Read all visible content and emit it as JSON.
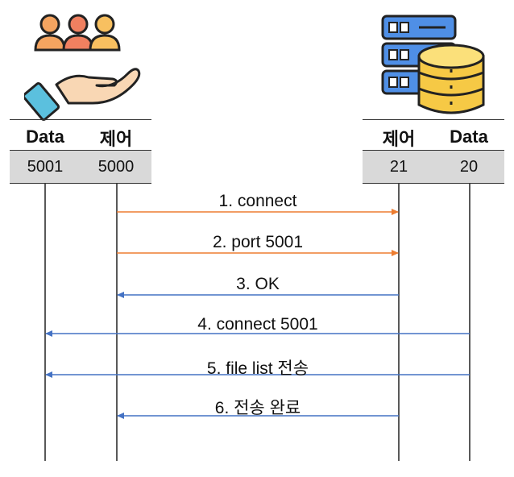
{
  "client": {
    "icon": "user-group-hand-icon",
    "data_label": "Data",
    "control_label": "제어",
    "data_port": "5001",
    "control_port": "5000"
  },
  "server": {
    "icon": "server-database-icon",
    "control_label": "제어",
    "data_label": "Data",
    "control_port": "21",
    "data_port": "20"
  },
  "messages": [
    {
      "label": "1. connect",
      "from": "client-control",
      "to": "server-control",
      "color": "#ed7d31"
    },
    {
      "label": "2. port 5001",
      "from": "client-control",
      "to": "server-control",
      "color": "#ed7d31"
    },
    {
      "label": "3. OK",
      "from": "server-control",
      "to": "client-control",
      "color": "#4472c4"
    },
    {
      "label": "4. connect 5001",
      "from": "server-data",
      "to": "client-data",
      "color": "#4472c4"
    },
    {
      "label": "5. file list 전송",
      "from": "server-data",
      "to": "client-data",
      "color": "#4472c4"
    },
    {
      "label": "6. 전송 완료",
      "from": "server-control",
      "to": "client-control",
      "color": "#4472c4"
    }
  ],
  "colors": {
    "orange_arrow": "#ed7d31",
    "blue_arrow": "#4472c4",
    "port_band": "#d9d9d9"
  }
}
